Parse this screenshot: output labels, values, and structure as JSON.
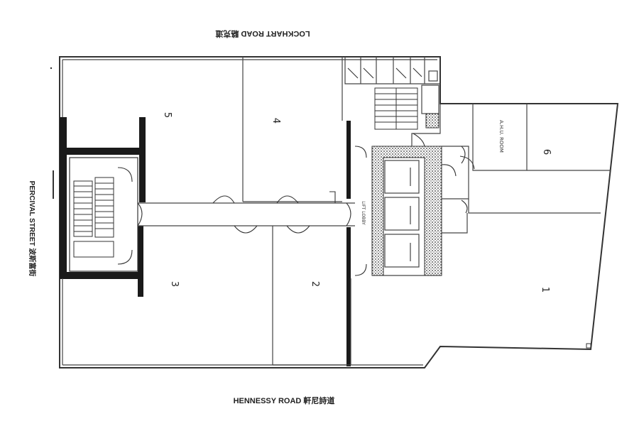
{
  "streets": {
    "top": "LOCKHART ROAD 駱克道",
    "bottom": "HENNESSY ROAD 軒尼詩道",
    "left": "PERCIVAL STREET 波斯富街"
  },
  "units": {
    "u1": "1",
    "u2": "2",
    "u3": "3",
    "u4": "4",
    "u5": "5",
    "u6": "6"
  },
  "rooms": {
    "ahu": "A.H.U. ROOM",
    "lift_lobby": "LIFT LOBBY"
  },
  "style": {
    "line_color": "#333333",
    "fill_dark": "#1a1a1a"
  }
}
